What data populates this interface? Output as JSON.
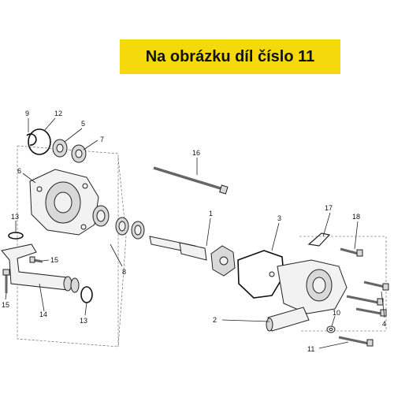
{
  "banner": {
    "text": "Na obrázku díl číslo 11",
    "bg": "#f5d90a"
  },
  "callouts": {
    "c1": "1",
    "c2": "2",
    "c3": "3",
    "c4": "4",
    "c5": "5",
    "c6": "6",
    "c7": "7",
    "c8": "8",
    "c9": "9",
    "c10": "10",
    "c11": "11",
    "c12": "12",
    "c13a": "13",
    "c13b": "13",
    "c14": "14",
    "c15a": "15",
    "c15b": "15",
    "c16": "16",
    "c17": "17",
    "c18": "18"
  }
}
